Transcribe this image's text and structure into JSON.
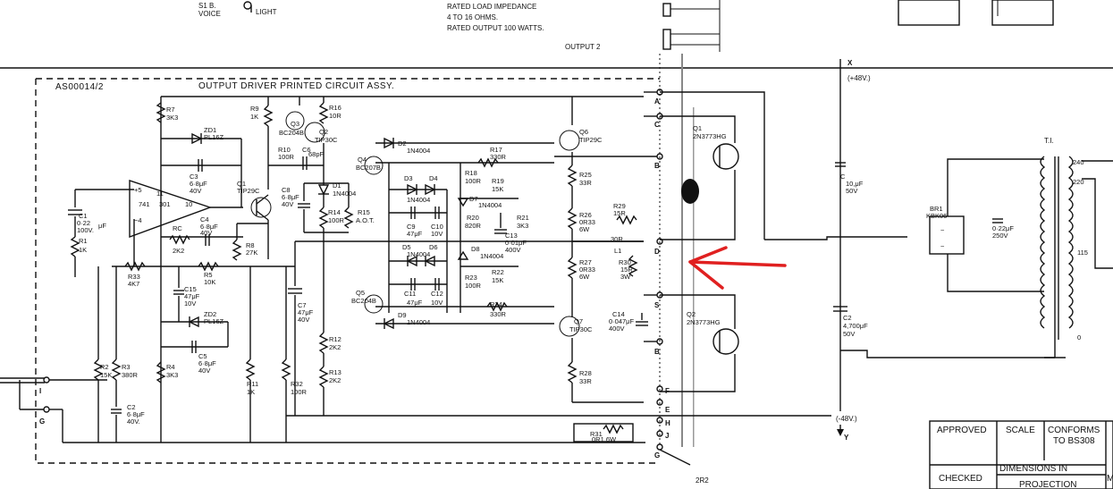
{
  "header": {
    "switch_label_1": "S1 B.",
    "switch_label_2": "VOICE",
    "switch_label_3": "LIGHT",
    "spec_1": "RATED LOAD IMPEDANCE",
    "spec_2": "4 TO 16 OHMS.",
    "spec_3": "RATED OUTPUT 100 WATTS.",
    "output_label": "OUTPUT 2"
  },
  "assembly": {
    "code": "AS00014/2",
    "title": "OUTPUT DRIVER PRINTED CIRCUIT ASSY."
  },
  "rails": {
    "x_label": "X",
    "pos_label": "(+48V.)",
    "neg_label": "(-48V.)",
    "y_label": "Y"
  },
  "components": {
    "R7": [
      "R7",
      "3K3"
    ],
    "ZD1": [
      "ZD1",
      "PL16Z"
    ],
    "C3": [
      "C3",
      "6·8μF",
      "40V"
    ],
    "IC": [
      "741",
      "301"
    ],
    "C1": [
      "C1",
      "0·22",
      "100V.",
      "μF"
    ],
    "R1": [
      "R1",
      "1K"
    ],
    "RC": [
      "RC",
      "2K2"
    ],
    "C4": [
      "C4",
      "6·8μF",
      "40V"
    ],
    "R33": [
      "R33",
      "4K7"
    ],
    "R5": [
      "R5",
      "10K"
    ],
    "C15": [
      "C15",
      "47μF",
      "10V"
    ],
    "ZD2": [
      "ZD2",
      "PL16Z"
    ],
    "C5": [
      "C5",
      "6·8μF",
      "40V"
    ],
    "R2": [
      "R2",
      "15K"
    ],
    "R3": [
      "R3",
      "380R"
    ],
    "R4": [
      "R4",
      "3K3"
    ],
    "C2": [
      "C2",
      "6·8μF",
      "40V."
    ],
    "R9": [
      "R9",
      "1K"
    ],
    "Q1": [
      "Q1",
      "TIP29C"
    ],
    "R8": [
      "R8",
      "27K"
    ],
    "R11": [
      "R11",
      "1K"
    ],
    "R32": [
      "R32",
      "100R"
    ],
    "Q3": [
      "Q3",
      "BC204B"
    ],
    "Q2": [
      "Q2",
      "TIP30C"
    ],
    "R16": [
      "R16",
      "10R"
    ],
    "R10": [
      "R10",
      "100R"
    ],
    "C6": [
      "C6",
      "68pF"
    ],
    "D1": [
      "D1",
      "1N4004"
    ],
    "C8": [
      "C8",
      "6·8μF",
      "40V"
    ],
    "R14": [
      "R14",
      "100R"
    ],
    "R15": [
      "R15",
      "A.O.T."
    ],
    "C7": [
      "C7",
      "47μF",
      "40V"
    ],
    "R12": [
      "R12",
      "2K2"
    ],
    "R13": [
      "R13",
      "2K2"
    ],
    "D2": [
      "D2",
      "1N4004"
    ],
    "Q4": [
      "Q4",
      "BC207B"
    ],
    "R17": [
      "R17",
      "330R"
    ],
    "D3": [
      "D3"
    ],
    "D4": [
      "D4"
    ],
    "D34": [
      "1N4004"
    ],
    "R18": [
      "R18",
      "100R"
    ],
    "R19": [
      "R19",
      "15K"
    ],
    "D7": [
      "D7",
      "1N4004"
    ],
    "C9": [
      "C9",
      "47μF"
    ],
    "C10": [
      "C10",
      "10V"
    ],
    "R20": [
      "R20",
      "820R"
    ],
    "R21": [
      "R21",
      "3K3"
    ],
    "C13": [
      "C13",
      "0·01μF",
      "400V"
    ],
    "D5": [
      "D5"
    ],
    "D6": [
      "D6"
    ],
    "D56": [
      "1N4004"
    ],
    "D8": [
      "D8",
      "1N4004"
    ],
    "R22": [
      "R22",
      "15K"
    ],
    "R23": [
      "R23",
      "100R"
    ],
    "C11": [
      "C11",
      "47μF"
    ],
    "C12": [
      "C12",
      "10V"
    ],
    "Q5": [
      "Q5",
      "BC204B"
    ],
    "R24": [
      "R24",
      "330R"
    ],
    "D9": [
      "D9",
      "1N4004"
    ],
    "Q6": [
      "Q6",
      "TIP29C"
    ],
    "R25": [
      "R25",
      "33R"
    ],
    "R26": [
      "R26",
      "0R33",
      "6W"
    ],
    "R29": [
      "R29",
      "15R"
    ],
    "L1": [
      "30R",
      "L1"
    ],
    "R27": [
      "R27",
      "0R33",
      "6W"
    ],
    "R30": [
      "R30",
      "15R",
      "3W"
    ],
    "C14": [
      "C14",
      "0·047μF",
      "400V"
    ],
    "Q7": [
      "Q7",
      "TIP30C"
    ],
    "R28": [
      "R28",
      "33R"
    ],
    "R31": [
      "R31",
      "0R1 6W"
    ],
    "QO1": [
      "Q1",
      "2N3773HG"
    ],
    "QO2": [
      "Q2",
      "2N3773HG"
    ],
    "CBIG1": [
      "C",
      "10,μF",
      "50V"
    ],
    "CBIG2": [
      "C2",
      "4,700μF",
      "50V"
    ],
    "BR1": [
      "BR1",
      "KBK06"
    ],
    "C022": [
      "0·22μF",
      "250V"
    ],
    "T1": [
      "T.I."
    ],
    "T240": [
      "240"
    ],
    "T220": [
      "220"
    ],
    "T115": [
      "115"
    ],
    "T0": [
      "0"
    ],
    "R2R2": [
      "2R2"
    ]
  },
  "terminals": [
    "I",
    "G",
    "A",
    "C",
    "B",
    "D",
    "S",
    "B",
    "F",
    "E",
    "H",
    "J",
    "G"
  ],
  "title_block": {
    "approved": "APPROVED",
    "scale": "SCALE",
    "conforms_1": "CONFORMS",
    "conforms_2": "TO BS308",
    "checked": "CHECKED",
    "dimensions": "DIMENSIONS IN",
    "projection": "PROJECTION",
    "m": "M"
  },
  "colors": {
    "ink": "#111111",
    "annotation_arrow": "#e02020"
  }
}
